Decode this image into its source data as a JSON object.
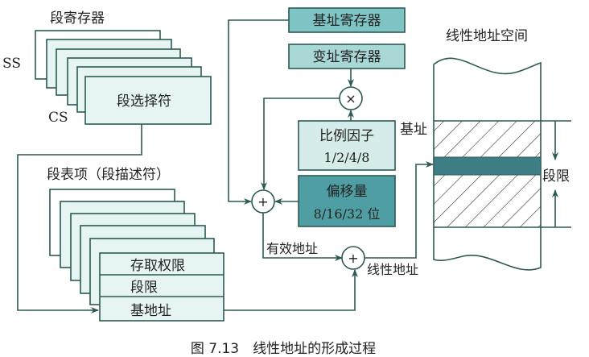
{
  "seg_regs": {
    "title": "段寄存器",
    "ss": "SS",
    "cs": "CS",
    "selector": "段选择符"
  },
  "descriptor": {
    "title": "段表项（段描述符）",
    "rows": [
      "存取权限",
      "段限",
      "基地址"
    ]
  },
  "middle": {
    "base_reg": "基址寄存器",
    "index_reg": "变址寄存器",
    "multiply": "×",
    "scale": "比例因子",
    "scale_values": "1/2/4/8",
    "offset": "偏移量",
    "offset_values": "8/16/32 位",
    "plus": "+",
    "effective_addr": "有效地址",
    "linear_addr": "线性地址"
  },
  "linear_space": {
    "title": "线性地址空间",
    "base": "基址",
    "limit": "段限"
  },
  "caption": "图 7.13　线性地址的形成过程",
  "colors": {
    "outline": "#2c5a55",
    "light": "#e6f4f3",
    "base_reg": "#7fc4c4",
    "index_reg": "#a9d8d6",
    "offset": "#4e9ea3",
    "band": "#3e7f86"
  }
}
